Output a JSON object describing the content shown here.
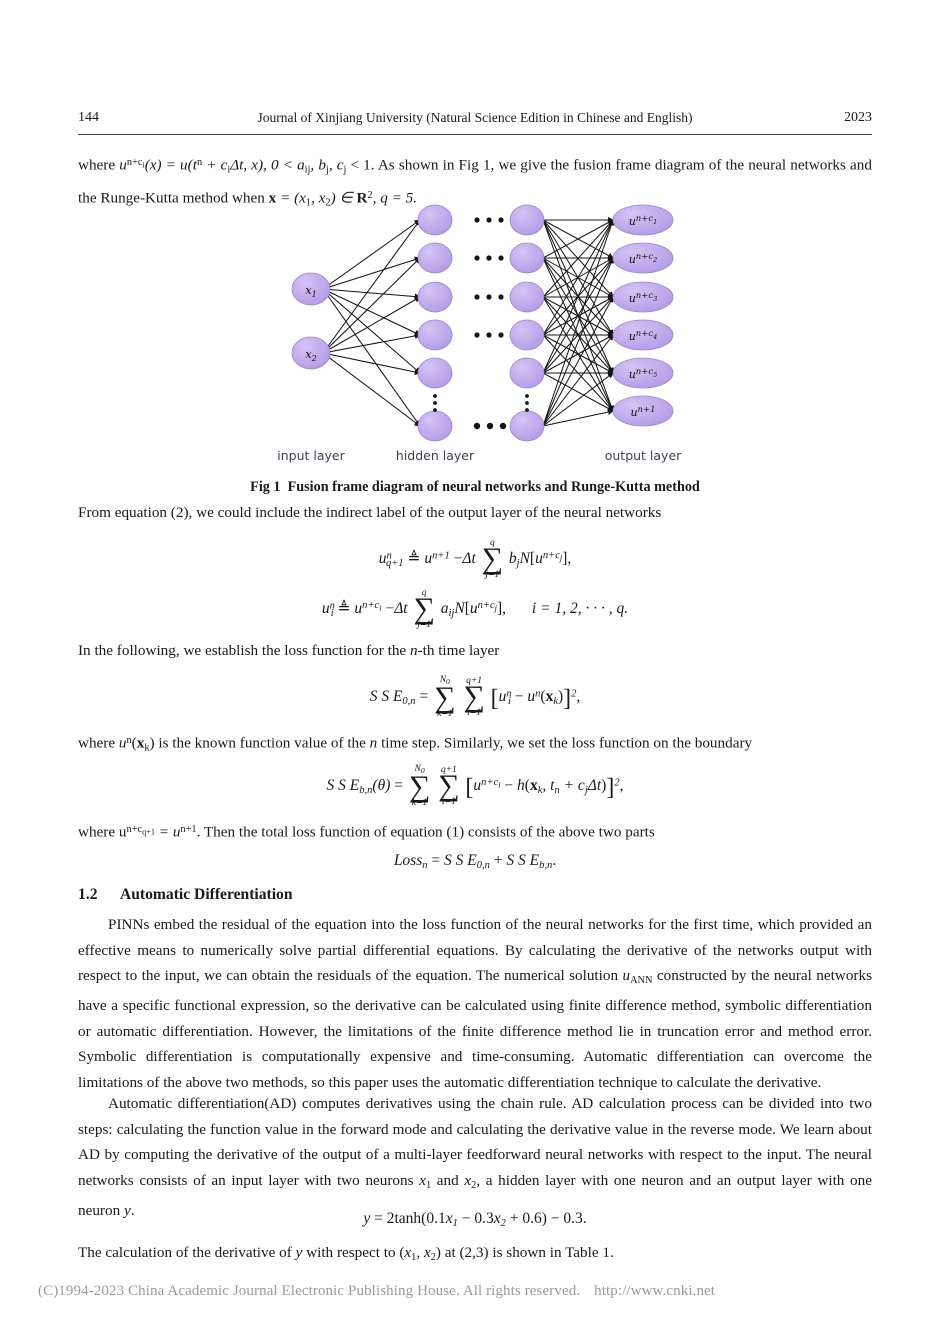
{
  "header": {
    "page_number": "144",
    "journal_title": "Journal of Xinjiang University (Natural Science Edition in Chinese and English)",
    "year": "2023"
  },
  "paragraphs": {
    "p1_a": "where ",
    "p1_b": "u",
    "p1_c": "n+c",
    "p1_d": "i",
    "p1_e": "(x) = u(t",
    "p1_f": "n",
    "p1_g": " + c",
    "p1_h": "i",
    "p1_i": "Δt, x), 0 < a",
    "p1_j": "ij",
    "p1_k": ", b",
    "p1_l": "j",
    "p1_m": ", c",
    "p1_n": "j",
    "p1_o": " < 1. As shown in Fig 1, we give the fusion frame diagram of the neural networks and the Runge-Kutta method when ",
    "p1_x": "x",
    "p1_p": " = (x",
    "p1_q": "1",
    "p1_r": ", x",
    "p1_s": "2",
    "p1_t": ") ∈ ",
    "p1_R": "R",
    "p1_u": "2",
    "p1_v": ", q = 5.",
    "after_fig": "From equation (2), we could include the indirect label of the output layer of the neural networks",
    "p_loss_intro": "In the following, we establish the loss function for the n-th time layer",
    "p_sse0_after": "where u",
    "p_sse0_after2": "n",
    "p_sse0_after3": "(x",
    "p_sse0_after4": "k",
    "p_sse0_after5": ") is the known function value of the n time step. Similarly, we set the loss function on the boundary",
    "p_sseb_after1": "where u",
    "p_sseb_after2": "n+c",
    "p_sseb_after3": "q+1",
    "p_sseb_after4": " = u",
    "p_sseb_after5": "n+1",
    "p_sseb_after6": ". Then the total loss function of equation (1) consists of the above two parts",
    "ad1": "PINNs embed the residual of the equation into the loss function of the neural networks for the first time, which provided an effective means to numerically solve partial differential equations. By calculating the derivative of the networks output with respect to the input, we can obtain the residuals of the equation. The numerical solution ",
    "ad1_u": "u",
    "ad1_ann": "ANN",
    "ad1_rest": " constructed by the neural networks have a specific functional expression, so the derivative can be calculated using finite difference method, symbolic differentiation or automatic differentiation. However, the limitations of the finite difference method lie in truncation error and method error. Symbolic differentiation is computationally expensive and time-consuming. Automatic differentiation can overcome the limitations of the above two methods, so this paper uses the automatic differentiation technique to calculate the derivative.",
    "ad2_a": "Automatic differentiation(AD) computes derivatives using the chain rule. AD calculation process can be divided into two steps: calculating the function value in the forward mode and calculating the derivative value in the reverse mode. We learn about AD by computing the derivative of the output of a multi-layer feedforward neural networks with respect to the input. The neural networks consists of an input layer with two neurons ",
    "ad2_x1": "x",
    "ad2_s1": "1",
    "ad2_and": " and ",
    "ad2_x2": "x",
    "ad2_s2": "2",
    "ad2_b": ", a hidden layer with one neuron and an output layer with one neuron ",
    "ad2_y": "y",
    "ad2_c": ".",
    "last_a": "The calculation of the derivative of ",
    "last_y": "y",
    "last_b": " with respect to (",
    "last_x1": "x",
    "last_s1": "1",
    "last_comma": ", ",
    "last_x2": "x",
    "last_s2": "2",
    "last_c": ") at (2,3) is shown in Table 1."
  },
  "figure": {
    "caption_label": "Fig 1",
    "caption_text": "Fusion frame diagram of neural networks and Runge-Kutta method",
    "layer_labels": {
      "input": "input layer",
      "hidden": "hidden layer",
      "output": "output layer"
    },
    "input_nodes": [
      {
        "label_base": "x",
        "sub": "1"
      },
      {
        "label_base": "x",
        "sub": "2"
      }
    ],
    "output_nodes": [
      {
        "base": "u",
        "sup": "n+c",
        "supsub": "1"
      },
      {
        "base": "u",
        "sup": "n+c",
        "supsub": "2"
      },
      {
        "base": "u",
        "sup": "n+c",
        "supsub": "3"
      },
      {
        "base": "u",
        "sup": "n+c",
        "supsub": "4"
      },
      {
        "base": "u",
        "sup": "n+c",
        "supsub": "5"
      },
      {
        "base": "u",
        "sup": "n+1",
        "supsub": ""
      }
    ],
    "hidden_column_counts": [
      6,
      6
    ],
    "ellipsis_glyph": "• • •",
    "vertical_ellipsis_glyph": "⋮",
    "node_fill": "#bfa8ea",
    "node_stroke": "#9b83d4",
    "edge_color": "#141414"
  },
  "equations": {
    "eq_uq1": {
      "lhs_base": "u",
      "lhs_sup": "n",
      "lhs_sub": "q+1",
      "rel": "≜",
      "term1_base": "u",
      "term1_sup": "n+1",
      "minus": "−",
      "dt": "Δt",
      "sum_top": "q",
      "sum_bot": "j=1",
      "coef": "b",
      "coef_sub": "j",
      "op": "N",
      "arg_open": "[",
      "arg_base": "u",
      "arg_sup": "n+c",
      "arg_supsub": "j",
      "arg_close": "],"
    },
    "eq_ui": {
      "lhs_base": "u",
      "lhs_sup": "n",
      "lhs_sub": "i",
      "rel": "≜",
      "term1_base": "u",
      "term1_sup": "n+c",
      "term1_supsub": "i",
      "minus": "−",
      "dt": "Δt",
      "sum_top": "q",
      "sum_bot": "j=1",
      "coef": "a",
      "coef_sub": "ij",
      "op": "N",
      "arg_open": "[",
      "arg_base": "u",
      "arg_sup": "n+c",
      "arg_supsub": "j",
      "arg_close": "],",
      "tail": "i = 1, 2, · · · , q."
    },
    "eq_sse0": {
      "lhs": "S S E",
      "lhs_sub": "0,n",
      "eq": "=",
      "sum1_top": "N",
      "sum1_topsub": "0",
      "sum1_bot": "k=1",
      "sum2_top": "q+1",
      "sum2_bot": "i=1",
      "open": "[",
      "t1_base": "u",
      "t1_sup": "n",
      "t1_sub": "i",
      "minus": "−",
      "t2_base": "u",
      "t2_sup": "n",
      "t2_arg_open": "(",
      "t2_arg": "x",
      "t2_arg_sub": "k",
      "t2_arg_close": ")",
      "close": "]",
      "close_sup": "2",
      "comma": ","
    },
    "eq_sseb": {
      "lhs": "S S E",
      "lhs_sub": "b,n",
      "theta": "(θ)",
      "eq": "=",
      "sum1_top": "N",
      "sum1_topsub": "0",
      "sum1_bot": "k=1",
      "sum2_top": "q+1",
      "sum2_bot": "i=1",
      "open": "[",
      "t1_base": "u",
      "t1_sup": "n+c",
      "t1_supsub": "i",
      "minus": "−",
      "h": "h",
      "h_open": "(",
      "h_x": "x",
      "h_x_sub": "k",
      "h_c1": ", t",
      "h_t_sub": "n",
      "h_c2": " + c",
      "h_c_sub": "j",
      "h_dt": "Δt",
      "h_close": ")",
      "close": "]",
      "close_sup": "2",
      "comma": ","
    },
    "eq_loss": {
      "lhs": "Loss",
      "lhs_sub": "n",
      "eq": "=",
      "t1": "S S E",
      "t1_sub": "0,n",
      "plus": "+",
      "t2": "S S E",
      "t2_sub": "b,n",
      "period": "."
    },
    "eq_y": {
      "text_y": "y",
      "eq": "= 2",
      "tanh": "tanh",
      "open": "(0.1",
      "x1": "x",
      "x1_sub": "1",
      "minus1": " − 0.3",
      "x2": "x",
      "x2_sub": "2",
      "plus": " + 0.6",
      "close": ") − 0.3."
    }
  },
  "section": {
    "number": "1.2",
    "title": "Automatic Differentiation"
  },
  "footer": {
    "copyright": "(C)1994-2023 China Academic Journal Electronic Publishing House. All rights reserved.",
    "url": "http://www.cnki.net"
  }
}
